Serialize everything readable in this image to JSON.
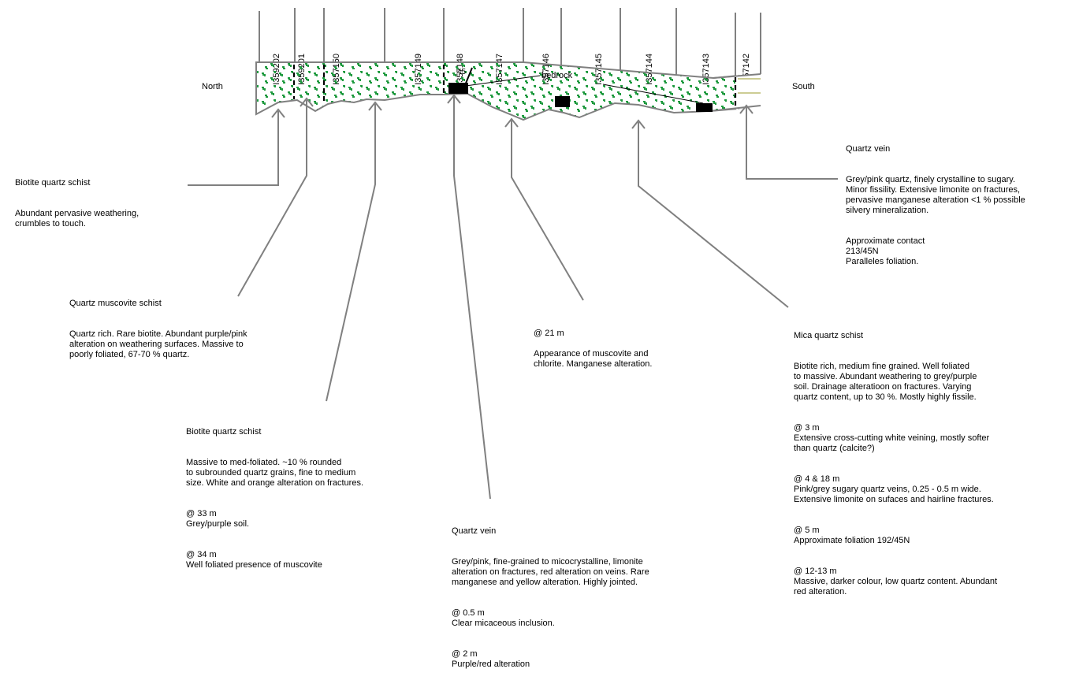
{
  "section": {
    "north_label": "North",
    "south_label": "South",
    "bedrock_label": "bedrock",
    "dip_label": "45",
    "colors": {
      "rock_fill": "#ffffff",
      "rock_pattern": "#1f9a3f",
      "outline": "#808080",
      "sample_block": "#000000",
      "vein_lines": "#9a9a2a"
    },
    "sample_ids": [
      "I359202",
      "I359201",
      "I357150",
      "I357149",
      "I357148",
      "I357147",
      "I357146",
      "I357145",
      "I357144",
      "I357143",
      "I357142"
    ]
  },
  "notes": [
    {
      "title": "Biotite quartz schist",
      "paragraphs": [
        "Abundant pervasive weathering,\ncrumbles to touch."
      ]
    },
    {
      "title": "Quartz muscovite schist",
      "paragraphs": [
        "Quartz rich.  Rare biotite.  Abundant purple/pink\nalteration on weathering surfaces.  Massive to\npoorly foliated, 67-70 % quartz."
      ]
    },
    {
      "title": "Biotite quartz schist",
      "paragraphs": [
        "Massive to med-foliated.  ~10 % rounded\nto subrounded quartz grains, fine to medium\nsize.  White and orange alteration on fractures.",
        "@ 33 m\nGrey/purple soil.",
        "@ 34 m\nWell foliated presence of muscovite"
      ]
    },
    {
      "title": "Quartz vein",
      "paragraphs": [
        "Grey/pink, fine-grained to micocrystalline, limonite\nalteration on fractures, red alteration on veins.  Rare\nmanganese and yellow alteration.  Highly jointed.",
        "@ 0.5 m\nClear micaceous inclusion.",
        "@ 2 m\nPurple/red alteration"
      ]
    },
    {
      "title": "@ 21 m",
      "paragraphs": [
        "Appearance of muscovite and\nchlorite. Manganese alteration."
      ]
    },
    {
      "title": "Mica quartz schist",
      "paragraphs": [
        "Biotite rich, medium fine grained.  Well foliated\nto massive.  Abundant weathering to grey/purple\nsoil.  Drainage alteratioon on fractures.  Varying\nquartz content, up to 30 %.  Mostly highly fissile.",
        "@ 3 m\nExtensive cross-cutting white veining, mostly softer\nthan quartz (calcite?)",
        "@ 4 & 18 m\nPink/grey sugary quartz veins, 0.25 - 0.5 m wide.\nExtensive limonite on sufaces and hairline fractures.",
        "@ 5 m\nApproximate foliation 192/45N",
        "@ 12-13 m\nMassive, darker colour, low quartz content. Abundant\nred alteration."
      ]
    },
    {
      "title": "Quartz vein",
      "paragraphs": [
        "Grey/pink quartz, finely crystalline to sugary.\nMinor fissility.  Extensive limonite on fractures,\npervasive manganese alteration <1 % possible\nsilvery mineralization.",
        "Approximate contact\n213/45N\nParalleles foliation."
      ]
    }
  ]
}
